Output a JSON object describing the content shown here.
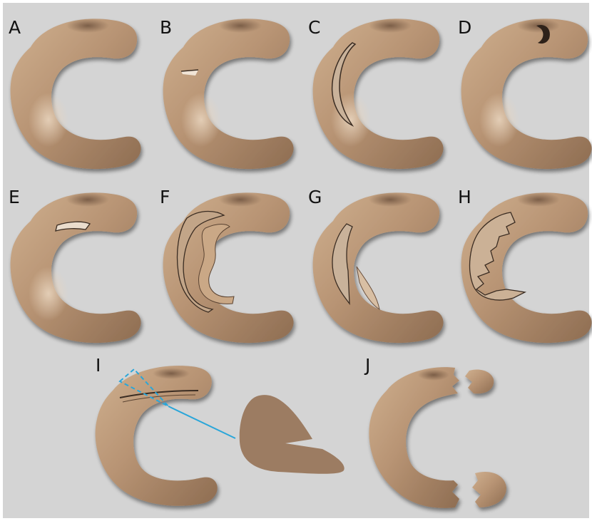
{
  "panels": [
    {
      "label": "A",
      "tear": "none"
    },
    {
      "label": "B",
      "tear": "radial"
    },
    {
      "label": "C",
      "tear": "longitudinal"
    },
    {
      "label": "D",
      "tear": "horizontal-posterior"
    },
    {
      "label": "E",
      "tear": "horizontal-flap"
    },
    {
      "label": "F",
      "tear": "bucket-handle"
    },
    {
      "label": "G",
      "tear": "flap"
    },
    {
      "label": "H",
      "tear": "complex-degenerative"
    },
    {
      "label": "I",
      "tear": "horizontal-cleavage-with-cross-section"
    },
    {
      "label": "J",
      "tear": "root-avulsion"
    }
  ],
  "colors": {
    "meniscus": "#b89474",
    "meniscus_highlight": "#d9bfa3",
    "meniscus_shadow": "#7a5c45",
    "tear": "#3a2c22",
    "cross_section": "#9c7c62",
    "guide_line": "#2aa6d9",
    "background": "#d4d4d4"
  }
}
